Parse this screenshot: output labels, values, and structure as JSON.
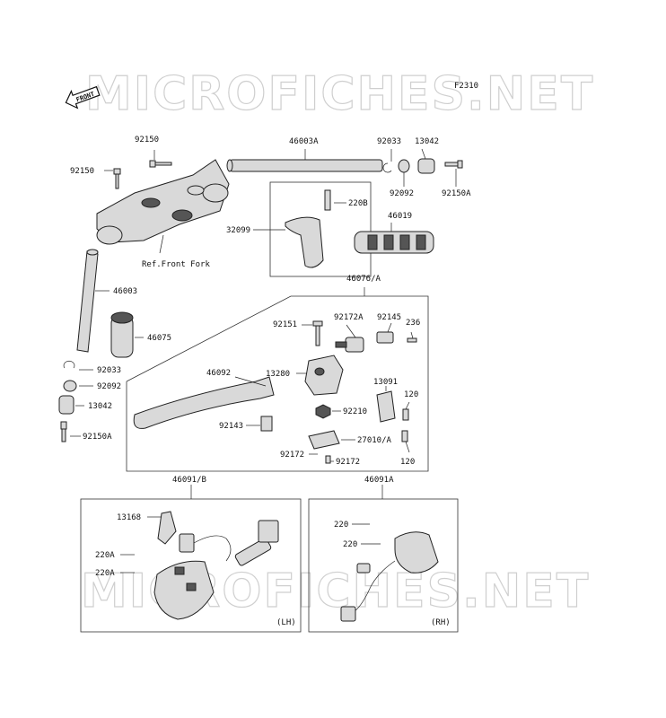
{
  "figure_code": "F2310",
  "watermark": "MICROFICHES.NET",
  "front_label": "FRONT",
  "ref_label": "Ref.Front Fork",
  "side_labels": {
    "lh": "(LH)",
    "rh": "(RH)"
  },
  "callouts": [
    {
      "id": "c1",
      "text": "92150"
    },
    {
      "id": "c2",
      "text": "92150"
    },
    {
      "id": "c3",
      "text": "46003A"
    },
    {
      "id": "c4",
      "text": "92033"
    },
    {
      "id": "c5",
      "text": "13042"
    },
    {
      "id": "c6",
      "text": "92092"
    },
    {
      "id": "c7",
      "text": "92150A"
    },
    {
      "id": "c8",
      "text": "220B"
    },
    {
      "id": "c9",
      "text": "32099"
    },
    {
      "id": "c10",
      "text": "46019"
    },
    {
      "id": "c11",
      "text": "46003"
    },
    {
      "id": "c12",
      "text": "46076/A"
    },
    {
      "id": "c13",
      "text": "46075"
    },
    {
      "id": "c14",
      "text": "92151"
    },
    {
      "id": "c15",
      "text": "92172A"
    },
    {
      "id": "c16",
      "text": "92145"
    },
    {
      "id": "c17",
      "text": "236"
    },
    {
      "id": "c18",
      "text": "92033"
    },
    {
      "id": "c19",
      "text": "92092"
    },
    {
      "id": "c20",
      "text": "46092"
    },
    {
      "id": "c21",
      "text": "13280"
    },
    {
      "id": "c22",
      "text": "13091"
    },
    {
      "id": "c23",
      "text": "13042"
    },
    {
      "id": "c24",
      "text": "120"
    },
    {
      "id": "c25",
      "text": "92210"
    },
    {
      "id": "c26",
      "text": "92143"
    },
    {
      "id": "c27",
      "text": "92150A"
    },
    {
      "id": "c28",
      "text": "27010/A"
    },
    {
      "id": "c29",
      "text": "92172"
    },
    {
      "id": "c30",
      "text": "92172"
    },
    {
      "id": "c31",
      "text": "120"
    },
    {
      "id": "c32",
      "text": "46091/B"
    },
    {
      "id": "c33",
      "text": "46091A"
    },
    {
      "id": "c34",
      "text": "13168"
    },
    {
      "id": "c35",
      "text": "220"
    },
    {
      "id": "c36",
      "text": "220"
    },
    {
      "id": "c37",
      "text": "220A"
    },
    {
      "id": "c38",
      "text": "220A"
    }
  ]
}
